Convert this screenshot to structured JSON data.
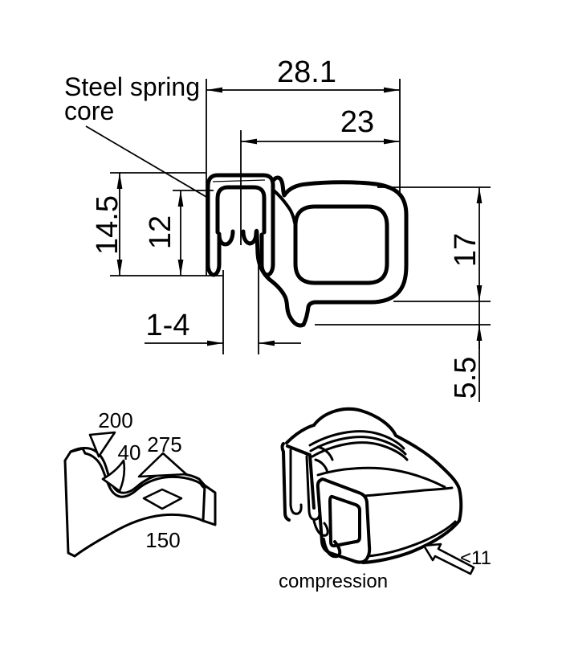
{
  "colors": {
    "line": "#000000",
    "background": "#ffffff"
  },
  "callout": {
    "line1": "Steel spring",
    "line2": "core"
  },
  "dimensions": {
    "overall_width": "28.1",
    "bulb_width": "23",
    "clip_height": "14.5",
    "clip_inner_height": "12",
    "bulb_height": "17",
    "lip_height": "5.5",
    "grip_range": "1-4"
  },
  "bend_radii": {
    "r200": "200",
    "r40": "40",
    "r275": "275",
    "r150": "150"
  },
  "compression": {
    "label": "compression",
    "limit": "<11"
  }
}
